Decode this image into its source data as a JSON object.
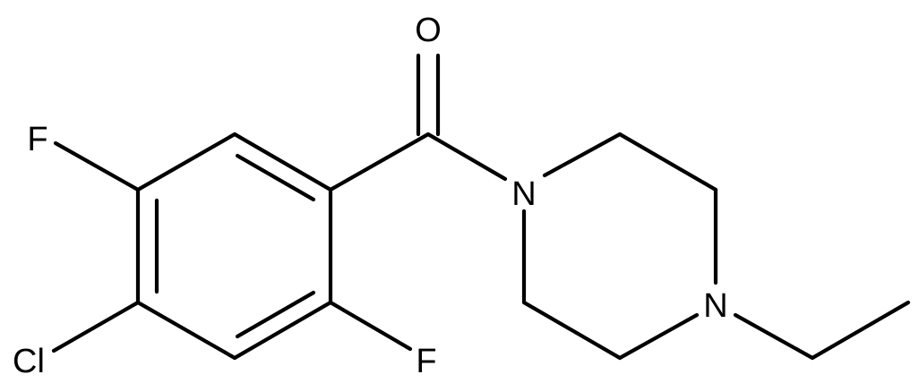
{
  "atoms": {
    "oxygen": "O",
    "fluorine_top": "F",
    "fluorine_bottom": "F",
    "chlorine": "Cl",
    "nitrogen_amide": "N",
    "nitrogen_ethyl": "N"
  },
  "colors": {
    "bond": "#000000",
    "label": "#000000",
    "background": "#ffffff"
  }
}
